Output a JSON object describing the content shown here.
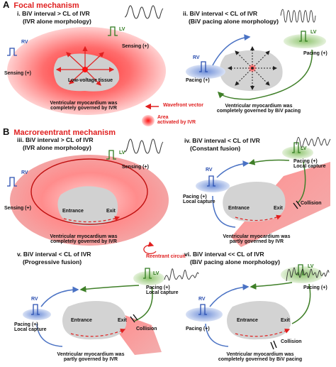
{
  "sections": {
    "A": {
      "letter": "A",
      "title": "Focal mechanism"
    },
    "B": {
      "letter": "B",
      "title": "Macroreentrant mechanism"
    }
  },
  "panels": {
    "i": {
      "title1": "i. BiV interval > CL of IVR",
      "title2": "(IVR alone morphology)",
      "caption1": "Ventricular myocardium was",
      "caption2": "completely governed by IVR"
    },
    "ii": {
      "title1": "ii. BiV interval < CL of IVR",
      "title2": "(BiV pacing alone morphology)",
      "caption1": "Ventricular myocardium was",
      "caption2": "completely governed by BiV pacing"
    },
    "iii": {
      "title1": "iii. BiV interval > CL of IVR",
      "title2": "(IVR alone morphology)",
      "caption1": "Ventricular myocardium was",
      "caption2": "completely governed by IVR"
    },
    "iv": {
      "title1": "iv. BiV interval < CL of IVR",
      "title2": "(Constant fusion)",
      "caption1": "Ventricular myocardium was",
      "caption2": "partly governed by IVR"
    },
    "v": {
      "title1": "v. BiV interval < CL of IVR",
      "title2": "(Progressive fusion)",
      "caption1": "Ventricular myocardium was",
      "caption2": "partly governed by IVR"
    },
    "vi": {
      "title1": "vi. BiV interval << CL of IVR",
      "title2": "(BiV pacing alone morphology)",
      "caption1": "Ventricular myocardium was",
      "caption2": "completely governed by BiV pacing"
    }
  },
  "labels": {
    "lv": "LV",
    "rv": "RV",
    "sensing": "Sensing (+)",
    "pacing": "Pacing (+)",
    "local_capture": "Local capture",
    "low_voltage": "Low-voltage tissue",
    "entrance": "Entrance",
    "exit": "Exit",
    "collision": "Collision"
  },
  "legend": {
    "wavefront": "Wavefront vector",
    "area1": "Area",
    "area2": "activated by IVR",
    "reentrant": "Reentrant circuit"
  },
  "colors": {
    "red": "#e02020",
    "blue": "#4a72c4",
    "green": "#3f7f28",
    "tissue": "#d3d3d3"
  }
}
